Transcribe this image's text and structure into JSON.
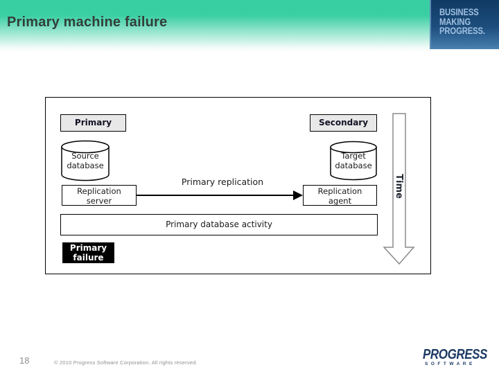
{
  "slide": {
    "title": "Primary machine failure",
    "page_number": "18",
    "copyright": "© 2010 Progress Software Corporation. All rights reserved."
  },
  "brand": {
    "tagline": {
      "l1": "BUSINESS",
      "l2": "MAKING",
      "l3": "PROGRESS."
    },
    "footer_wordmark": "PROGRESS",
    "footer_subtext": "SOFTWARE",
    "colors": {
      "header_teal": "#38cfa2",
      "tagline_box_top": "#0f3a63",
      "tagline_box_bottom": "#3f77a8",
      "tagline_text": "#9fc0e0",
      "wordmark_navy": "#1c3a64"
    }
  },
  "diagram": {
    "primary_label": "Primary",
    "secondary_label": "Secondary",
    "source_db": {
      "l1": "Source",
      "l2": "database"
    },
    "target_db": {
      "l1": "Target",
      "l2": "database"
    },
    "replication_server": {
      "l1": "Replication",
      "l2": "server"
    },
    "replication_agent": {
      "l1": "Replication",
      "l2": "agent"
    },
    "arrow_label": "Primary replication",
    "activity_label": "Primary database activity",
    "failure": {
      "l1": "Primary",
      "l2": "failure"
    },
    "time_label": "Time",
    "colors": {
      "node_fill": "#e8e8e8",
      "failure_bg": "#000000"
    }
  }
}
